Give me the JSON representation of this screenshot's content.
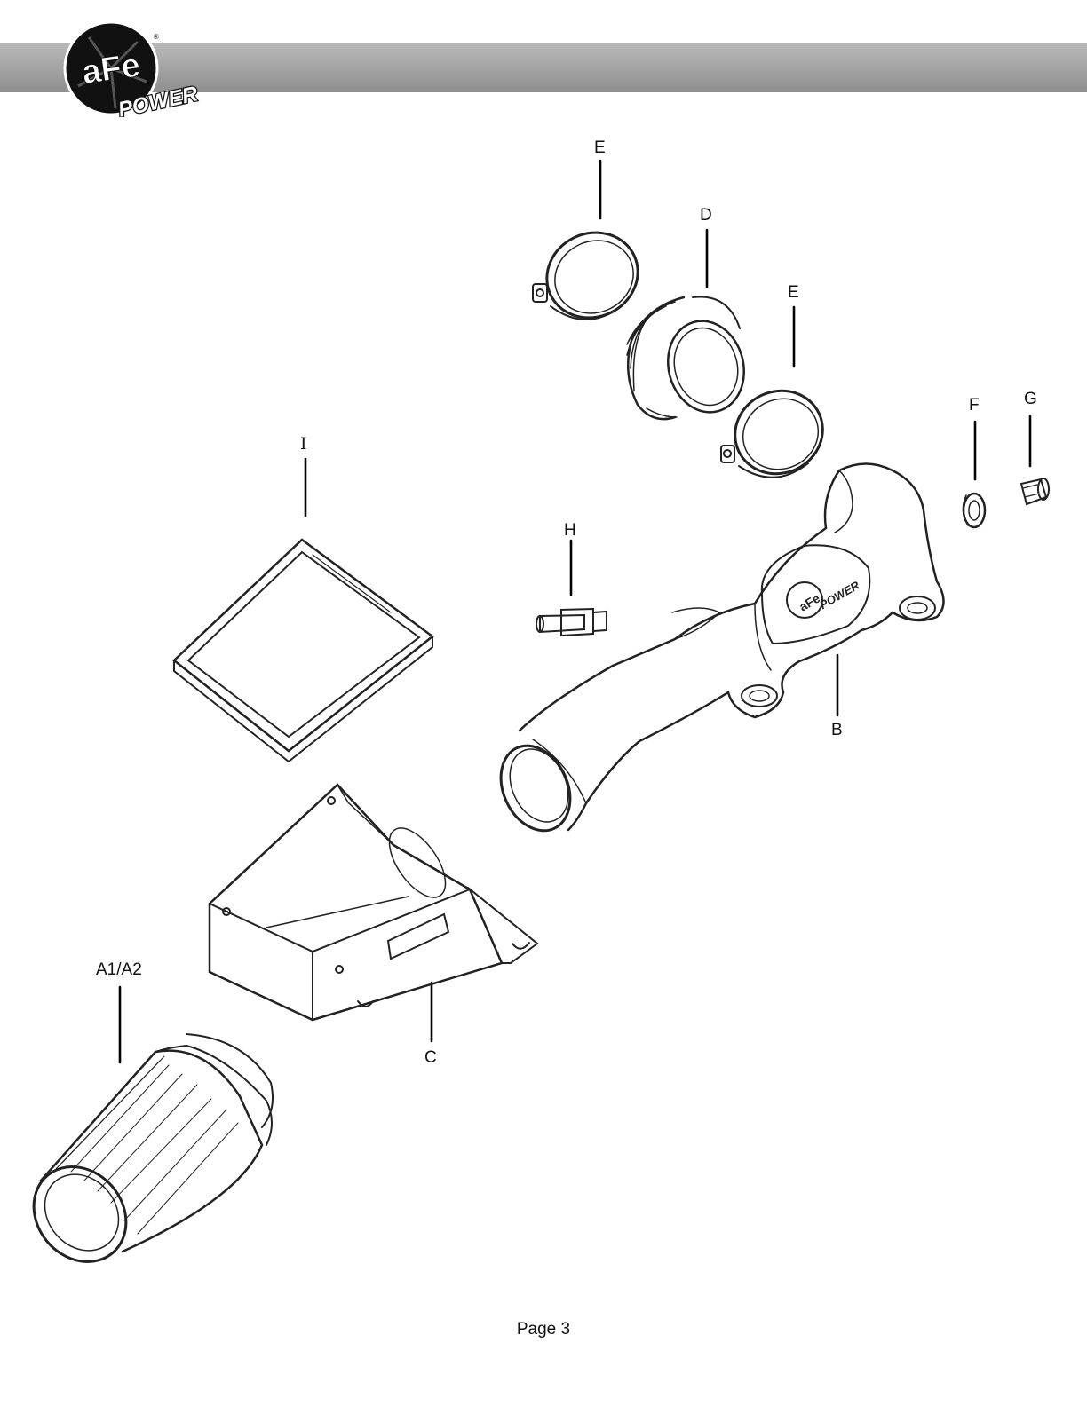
{
  "header": {
    "logo_text_top": "aFe",
    "logo_text_bottom": "POWER",
    "logo_registered": "®",
    "bar_color": "#a6a6a6"
  },
  "callouts": {
    "E_top": "E",
    "D": "D",
    "E_mid": "E",
    "F": "F",
    "G": "G",
    "I": "I",
    "H": "H",
    "B": "B",
    "C": "C",
    "A": "A1/A2"
  },
  "tube_logo": {
    "top": "aFe",
    "bottom": "POWER"
  },
  "footer": {
    "page_label": "Page 3"
  }
}
